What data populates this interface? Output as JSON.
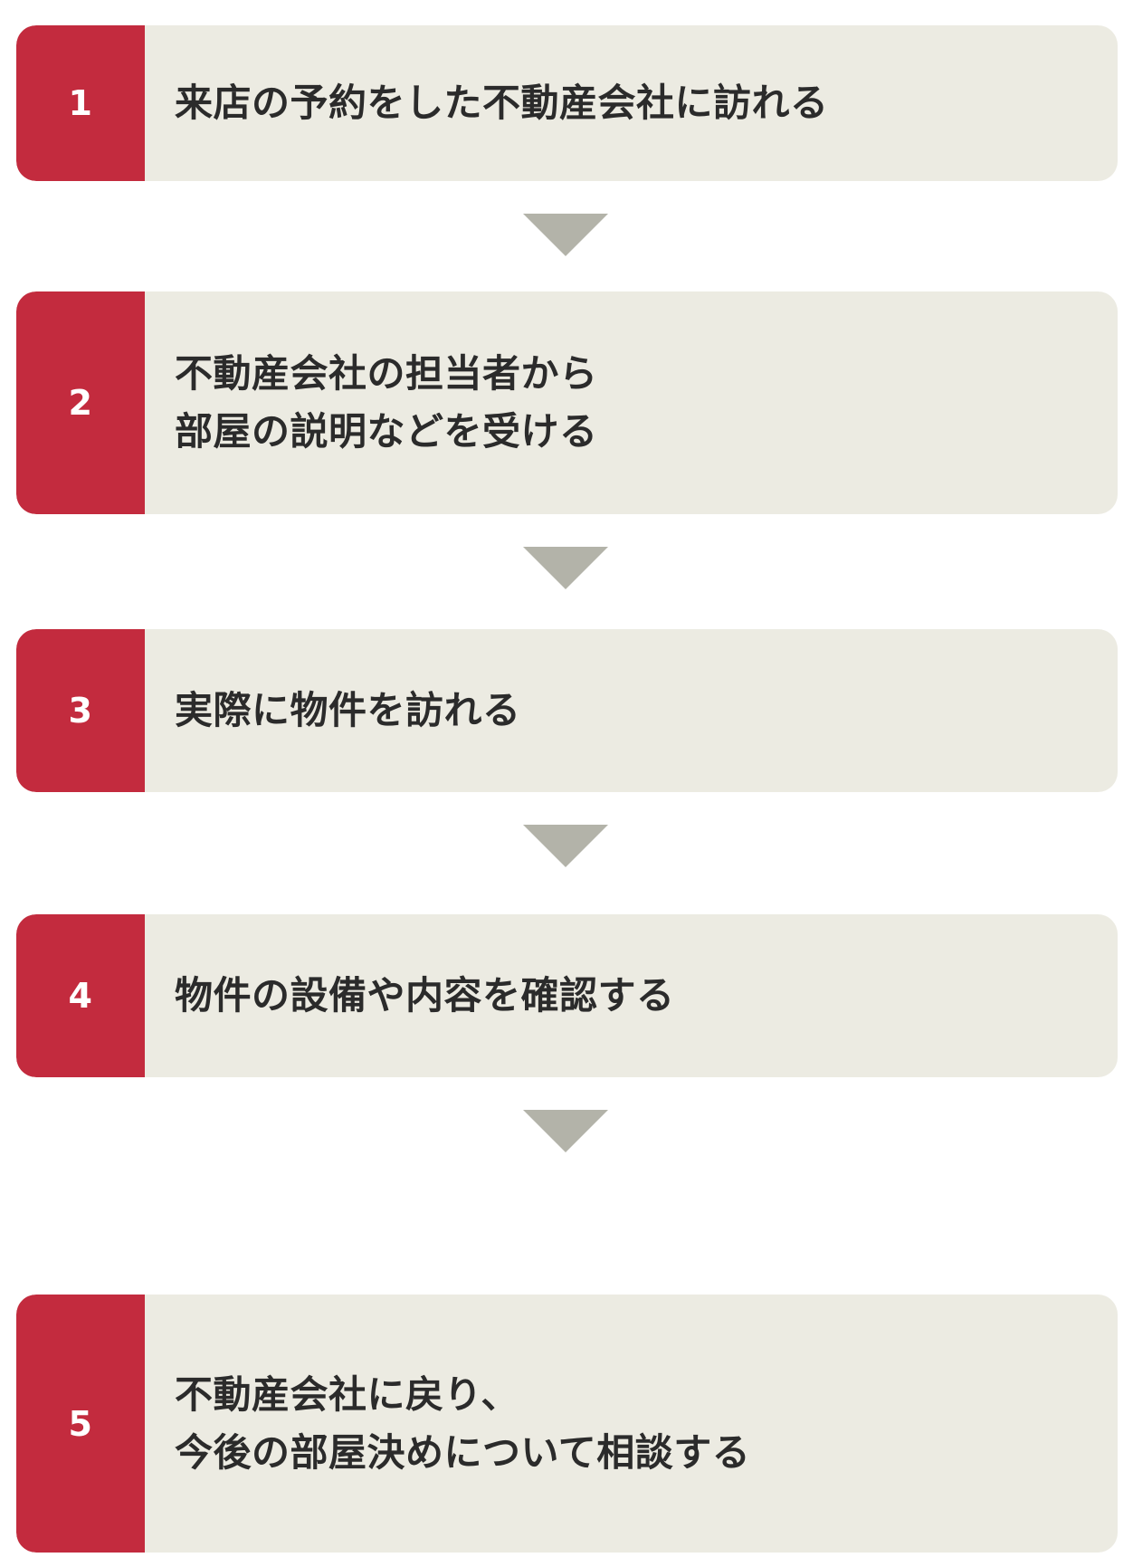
{
  "diagram": {
    "type": "vertical-flowchart",
    "orientation": "top-to-bottom",
    "step_count": 5,
    "colors": {
      "badge": "#c32b3e",
      "card_background": "#ecebe2",
      "arrow": "#b3b3a9",
      "text": "#2b2b2b",
      "badge_text": "#ffffff",
      "page_background": "#ffffff"
    },
    "steps": [
      {
        "number": "1",
        "text": "来店の予約をした不動産会社に訪れる",
        "lines": [
          "来店の予約をした不動産会社に訪れる"
        ]
      },
      {
        "number": "2",
        "text": "不動産会社の担当者から\n部屋の説明などを受ける",
        "lines": [
          "不動産会社の担当者から",
          "部屋の説明などを受ける"
        ]
      },
      {
        "number": "3",
        "text": "実際に物件を訪れる",
        "lines": [
          "実際に物件を訪れる"
        ]
      },
      {
        "number": "4",
        "text": "物件の設備や内容を確認する",
        "lines": [
          "物件の設備や内容を確認する"
        ]
      },
      {
        "number": "5",
        "text": "不動産会社に戻り、\n今後の部屋決めについて相談する",
        "lines": [
          "不動産会社に戻り、",
          "今後の部屋決めについて相談する"
        ]
      }
    ],
    "connectors": [
      {
        "icon": "triangle-down-icon",
        "from_step": "1",
        "to_step": "2"
      },
      {
        "icon": "triangle-down-icon",
        "from_step": "2",
        "to_step": "3"
      },
      {
        "icon": "triangle-down-icon",
        "from_step": "3",
        "to_step": "4"
      },
      {
        "icon": "triangle-down-icon",
        "from_step": "4",
        "to_step": "5"
      }
    ]
  }
}
